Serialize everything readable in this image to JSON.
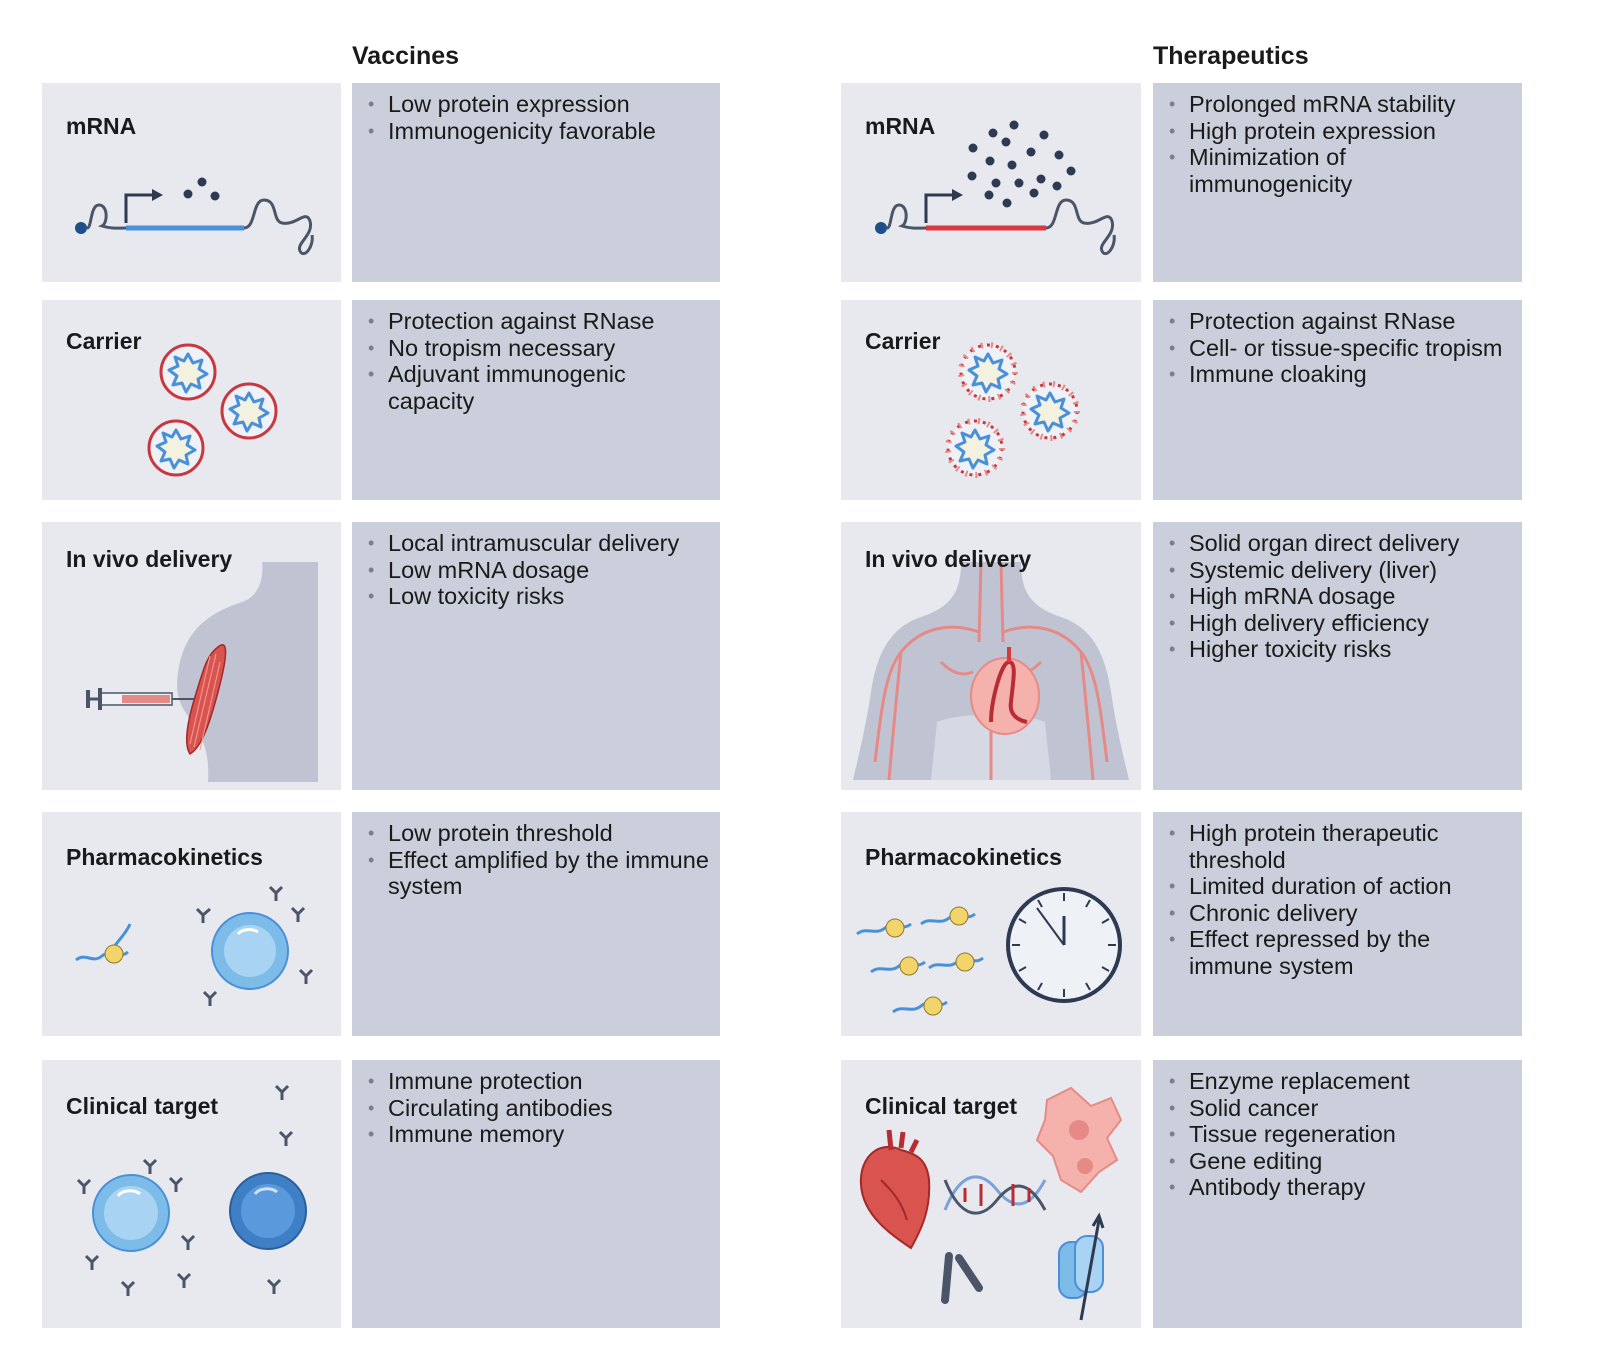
{
  "headers": {
    "vaccines": "Vaccines",
    "therapeutics": "Therapeutics"
  },
  "vaccines": [
    {
      "label": "mRNA",
      "items": [
        "Low protein expression",
        "Immunogenicity favorable"
      ]
    },
    {
      "label": "Carrier",
      "items": [
        "Protection against RNase",
        "No tropism necessary",
        "Adjuvant immunogenic capacity"
      ]
    },
    {
      "label": "In vivo delivery",
      "items": [
        "Local intramuscular delivery",
        "Low mRNA dosage",
        "Low toxicity risks"
      ]
    },
    {
      "label": "Pharmacokinetics",
      "items": [
        "Low protein threshold",
        "Effect amplified by the immune system"
      ]
    },
    {
      "label": "Clinical target",
      "items": [
        "Immune protection",
        "Circulating antibodies",
        "Immune memory"
      ]
    }
  ],
  "therapeutics": [
    {
      "label": "mRNA",
      "items": [
        "Prolonged mRNA stability",
        "High protein expression",
        "Minimization of immunogenicity"
      ]
    },
    {
      "label": "Carrier",
      "items": [
        "Protection against RNase",
        "Cell- or tissue-specific tropism",
        "Immune cloaking"
      ]
    },
    {
      "label": "In vivo delivery",
      "items": [
        "Solid organ direct delivery",
        "Systemic delivery (liver)",
        "High mRNA dosage",
        "High delivery efficiency",
        "Higher toxicity risks"
      ]
    },
    {
      "label": "Pharmacokinetics",
      "items": [
        "High protein therapeutic threshold",
        "Limited duration of action",
        "Chronic delivery",
        "Effect repressed by the immune system"
      ]
    },
    {
      "label": "Clinical target",
      "items": [
        "Enzyme replacement",
        "Solid cancer",
        "Tissue regeneration",
        "Gene editing",
        "Antibody therapy"
      ]
    }
  ],
  "colors": {
    "illustration_panel": "#e8e9ef",
    "text_panel": "#cbcfdb",
    "mrna_vaccine": "#4a90d9",
    "mrna_therapeutic": "#d9383f",
    "protein_dot": "#2e3a52",
    "carrier_ring": "#c8383f",
    "cell_blue": "#7dbbe8"
  },
  "icons": {
    "vaccines": [
      "mrna-strand-icon",
      "lipid-nanoparticle-icon",
      "syringe-arm-icon",
      "immune-cell-antibody-icon",
      "b-cell-icon"
    ],
    "therapeutics": [
      "mrna-strand-icon",
      "cloaked-nanoparticle-icon",
      "vascular-torso-icon",
      "clock-icon",
      "organ-target-icon"
    ]
  }
}
